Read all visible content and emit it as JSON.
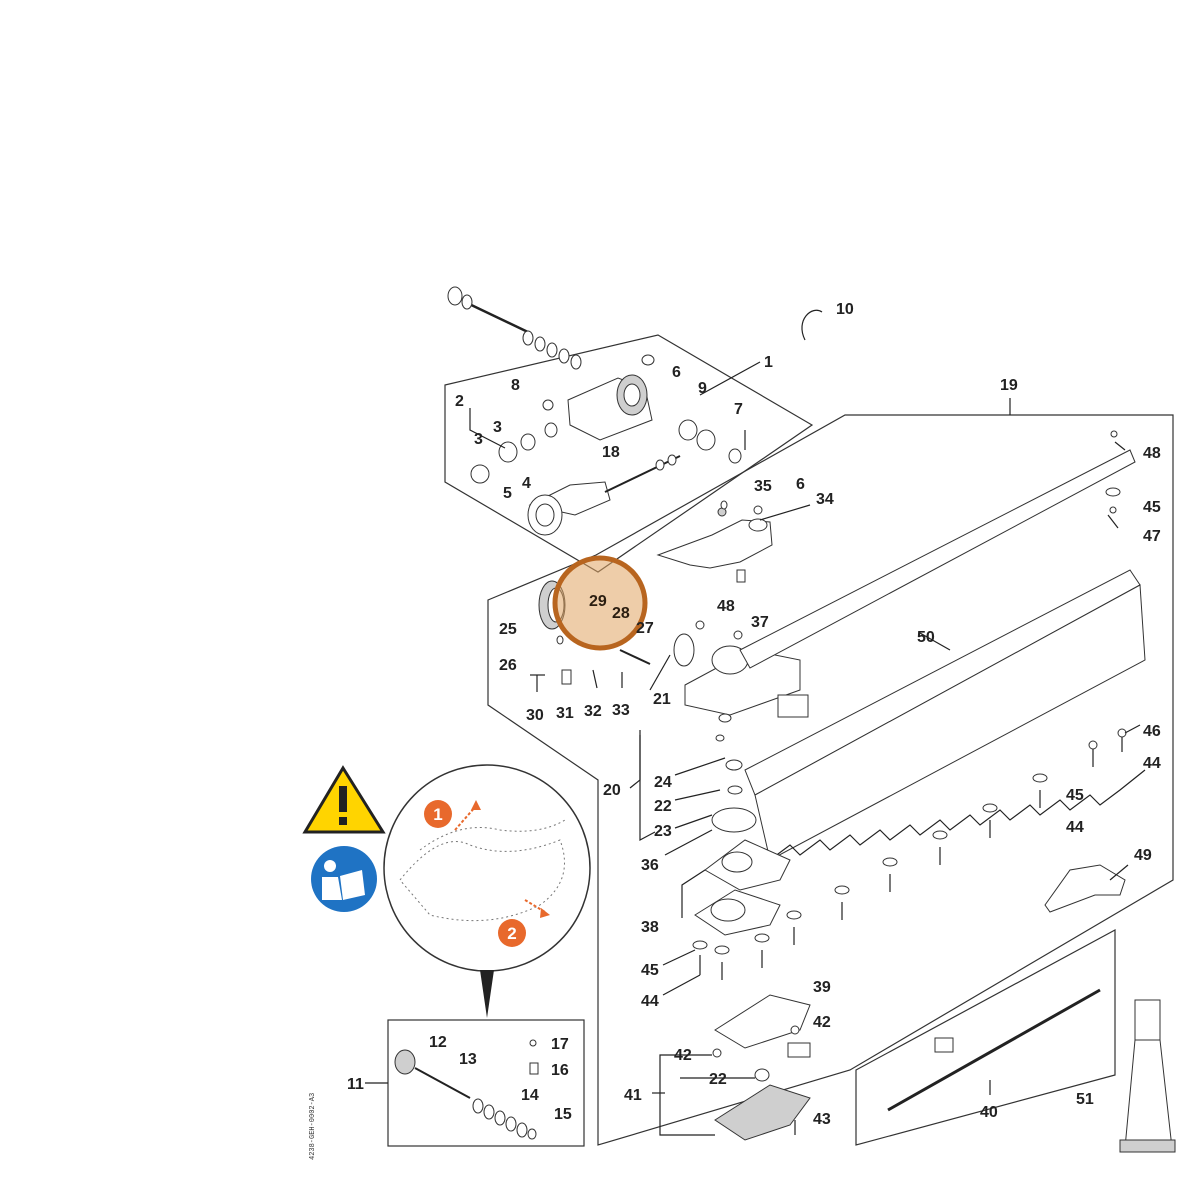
{
  "diagram": {
    "labels": [
      "1",
      "2",
      "3",
      "3",
      "4",
      "5",
      "6",
      "7",
      "8",
      "9",
      "10",
      "18",
      "19",
      "48",
      "45",
      "47",
      "35",
      "6",
      "34",
      "29",
      "28",
      "25",
      "26",
      "27",
      "48",
      "37",
      "50",
      "21",
      "30",
      "31",
      "32",
      "33",
      "46",
      "44",
      "24",
      "22",
      "23",
      "20",
      "45",
      "44",
      "36",
      "49",
      "38",
      "45",
      "44",
      "39",
      "42",
      "42",
      "22",
      "41",
      "43",
      "40",
      "51",
      "11",
      "12",
      "13",
      "14",
      "15",
      "17",
      "16"
    ],
    "highlight_labels": [
      "29",
      "28"
    ],
    "step_numbers": [
      "1",
      "2"
    ],
    "icons": [
      "warning-icon",
      "read-manual-icon"
    ],
    "drawing_code": "4238-GEH-0002-A3"
  },
  "colors": {
    "highlight": "#b8651f",
    "warning_yellow": "#ffd400",
    "manual_blue": "#1f73c4",
    "step_orange": "#e8692c"
  }
}
